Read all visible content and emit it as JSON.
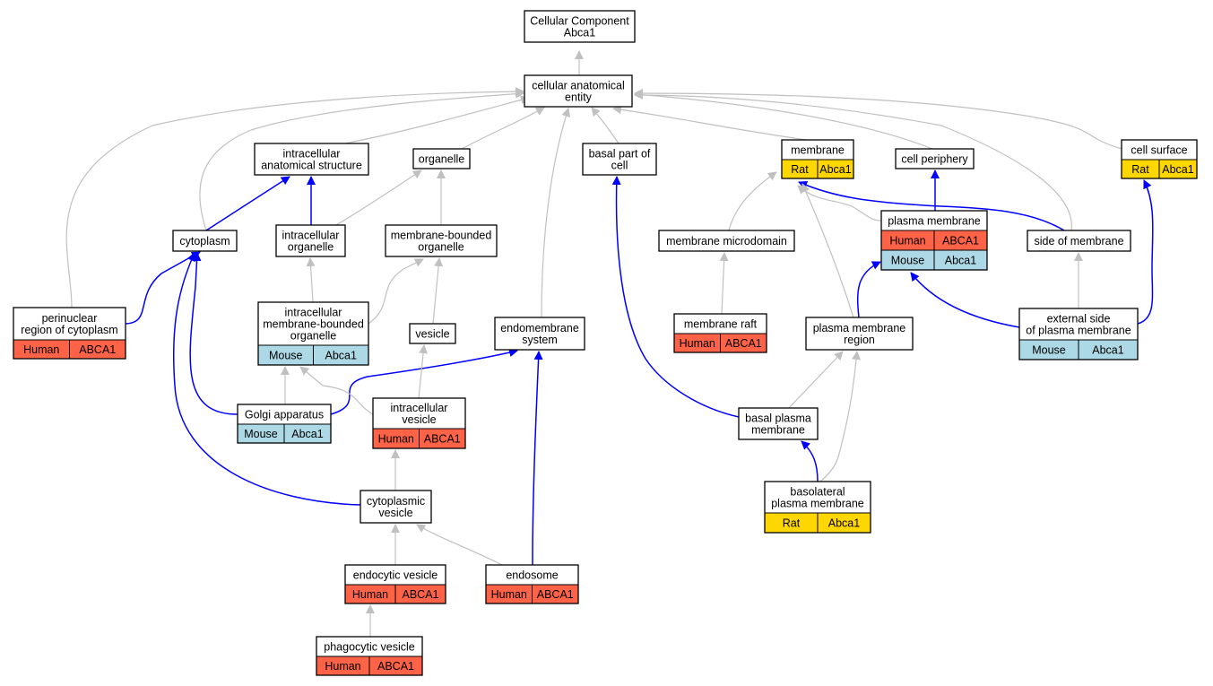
{
  "colors": {
    "human": "#ff6347",
    "mouse": "#add8e6",
    "rat": "#ffd700",
    "edge_isa": "#c0c0c0",
    "edge_partof": "#0000ff",
    "node_fill": "#ffffff",
    "node_border": "#000000"
  },
  "nodes": [
    {
      "id": "root",
      "lines": [
        "Cellular Component",
        "Abca1"
      ]
    },
    {
      "id": "cae",
      "lines": [
        "cellular anatomical",
        "entity"
      ]
    },
    {
      "id": "ias",
      "lines": [
        "intracellular",
        "anatomical structure"
      ]
    },
    {
      "id": "organelle",
      "lines": [
        "organelle"
      ]
    },
    {
      "id": "basalpart",
      "lines": [
        "basal part of",
        "cell"
      ]
    },
    {
      "id": "membrane",
      "lines": [
        "membrane"
      ],
      "annotation": {
        "species": "Rat",
        "gene": "Abca1"
      }
    },
    {
      "id": "cellperiph",
      "lines": [
        "cell periphery"
      ]
    },
    {
      "id": "cellsurface",
      "lines": [
        "cell surface"
      ],
      "annotation": {
        "species": "Rat",
        "gene": "Abca1"
      }
    },
    {
      "id": "cytoplasm",
      "lines": [
        "cytoplasm"
      ]
    },
    {
      "id": "icorg",
      "lines": [
        "intracellular",
        "organelle"
      ]
    },
    {
      "id": "mborg",
      "lines": [
        "membrane-bounded",
        "organelle"
      ]
    },
    {
      "id": "mmicro",
      "lines": [
        "membrane microdomain"
      ]
    },
    {
      "id": "pm",
      "lines": [
        "plasma membrane"
      ],
      "annotations": [
        {
          "species": "Human",
          "gene": "ABCA1"
        },
        {
          "species": "Mouse",
          "gene": "Abca1"
        }
      ]
    },
    {
      "id": "sideofmem",
      "lines": [
        "side of membrane"
      ]
    },
    {
      "id": "perinuc",
      "lines": [
        "perinuclear",
        "region of cytoplasm"
      ],
      "annotation": {
        "species": "Human",
        "gene": "ABCA1"
      }
    },
    {
      "id": "imborg",
      "lines": [
        "intracellular",
        "membrane-bounded",
        "organelle"
      ],
      "annotation": {
        "species": "Mouse",
        "gene": "Abca1"
      }
    },
    {
      "id": "vesicle",
      "lines": [
        "vesicle"
      ]
    },
    {
      "id": "endomem",
      "lines": [
        "endomembrane",
        "system"
      ]
    },
    {
      "id": "mraft",
      "lines": [
        "membrane raft"
      ],
      "annotation": {
        "species": "Human",
        "gene": "ABCA1"
      }
    },
    {
      "id": "pmregion",
      "lines": [
        "plasma membrane",
        "region"
      ]
    },
    {
      "id": "extside",
      "lines": [
        "external side",
        "of plasma membrane"
      ],
      "annotation": {
        "species": "Mouse",
        "gene": "Abca1"
      }
    },
    {
      "id": "golgi",
      "lines": [
        "Golgi apparatus"
      ],
      "annotation": {
        "species": "Mouse",
        "gene": "Abca1"
      }
    },
    {
      "id": "icves",
      "lines": [
        "intracellular",
        "vesicle"
      ],
      "annotation": {
        "species": "Human",
        "gene": "ABCA1"
      }
    },
    {
      "id": "basalpm",
      "lines": [
        "basal plasma",
        "membrane"
      ]
    },
    {
      "id": "cytves",
      "lines": [
        "cytoplasmic",
        "vesicle"
      ]
    },
    {
      "id": "basolat",
      "lines": [
        "basolateral",
        "plasma membrane"
      ],
      "annotation": {
        "species": "Rat",
        "gene": "Abca1"
      }
    },
    {
      "id": "endocytic",
      "lines": [
        "endocytic vesicle"
      ],
      "annotation": {
        "species": "Human",
        "gene": "ABCA1"
      }
    },
    {
      "id": "endosome",
      "lines": [
        "endosome"
      ],
      "annotation": {
        "species": "Human",
        "gene": "ABCA1"
      }
    },
    {
      "id": "phago",
      "lines": [
        "phagocytic vesicle"
      ],
      "annotation": {
        "species": "Human",
        "gene": "ABCA1"
      }
    }
  ],
  "edges": [
    {
      "from": "cae",
      "to": "root",
      "type": "is_a"
    },
    {
      "from": "ias",
      "to": "cae",
      "type": "is_a"
    },
    {
      "from": "organelle",
      "to": "cae",
      "type": "is_a"
    },
    {
      "from": "basalpart",
      "to": "cae",
      "type": "is_a"
    },
    {
      "from": "membrane",
      "to": "cae",
      "type": "is_a"
    },
    {
      "from": "cellperiph",
      "to": "cae",
      "type": "is_a"
    },
    {
      "from": "cellsurface",
      "to": "cae",
      "type": "is_a"
    },
    {
      "from": "cytoplasm",
      "to": "cae",
      "type": "is_a"
    },
    {
      "from": "perinuc",
      "to": "cae",
      "type": "is_a"
    },
    {
      "from": "endomem",
      "to": "cae",
      "type": "is_a"
    },
    {
      "from": "sideofmem",
      "to": "cae",
      "type": "is_a"
    },
    {
      "from": "cytoplasm",
      "to": "ias",
      "type": "part_of"
    },
    {
      "from": "icorg",
      "to": "ias",
      "type": "part_of"
    },
    {
      "from": "icorg",
      "to": "organelle",
      "type": "is_a"
    },
    {
      "from": "mborg",
      "to": "organelle",
      "type": "is_a"
    },
    {
      "from": "imborg",
      "to": "icorg",
      "type": "is_a"
    },
    {
      "from": "imborg",
      "to": "mborg",
      "type": "is_a"
    },
    {
      "from": "vesicle",
      "to": "mborg",
      "type": "is_a"
    },
    {
      "from": "perinuc",
      "to": "cytoplasm",
      "type": "part_of"
    },
    {
      "from": "golgi",
      "to": "cytoplasm",
      "type": "part_of"
    },
    {
      "from": "cytves",
      "to": "cytoplasm",
      "type": "part_of"
    },
    {
      "from": "golgi",
      "to": "imborg",
      "type": "is_a"
    },
    {
      "from": "golgi",
      "to": "endomem",
      "type": "part_of"
    },
    {
      "from": "icves",
      "to": "imborg",
      "type": "is_a"
    },
    {
      "from": "icves",
      "to": "vesicle",
      "type": "is_a"
    },
    {
      "from": "cytves",
      "to": "icves",
      "type": "is_a"
    },
    {
      "from": "endocytic",
      "to": "cytves",
      "type": "is_a"
    },
    {
      "from": "endosome",
      "to": "cytves",
      "type": "is_a"
    },
    {
      "from": "endosome",
      "to": "endomem",
      "type": "part_of"
    },
    {
      "from": "phago",
      "to": "endocytic",
      "type": "is_a"
    },
    {
      "from": "basalpm",
      "to": "basalpart",
      "type": "part_of"
    },
    {
      "from": "mmicro",
      "to": "membrane",
      "type": "is_a"
    },
    {
      "from": "mraft",
      "to": "mmicro",
      "type": "is_a"
    },
    {
      "from": "pm",
      "to": "membrane",
      "type": "is_a"
    },
    {
      "from": "pm",
      "to": "cellperiph",
      "type": "part_of"
    },
    {
      "from": "sideofmem",
      "to": "membrane",
      "type": "part_of"
    },
    {
      "from": "pmregion",
      "to": "membrane",
      "type": "is_a"
    },
    {
      "from": "pmregion",
      "to": "pm",
      "type": "part_of"
    },
    {
      "from": "extside",
      "to": "pm",
      "type": "part_of"
    },
    {
      "from": "extside",
      "to": "sideofmem",
      "type": "is_a"
    },
    {
      "from": "extside",
      "to": "cellsurface",
      "type": "part_of"
    },
    {
      "from": "basalpm",
      "to": "pmregion",
      "type": "is_a"
    },
    {
      "from": "basolat",
      "to": "pmregion",
      "type": "is_a"
    },
    {
      "from": "basolat",
      "to": "basalpm",
      "type": "part_of"
    }
  ]
}
